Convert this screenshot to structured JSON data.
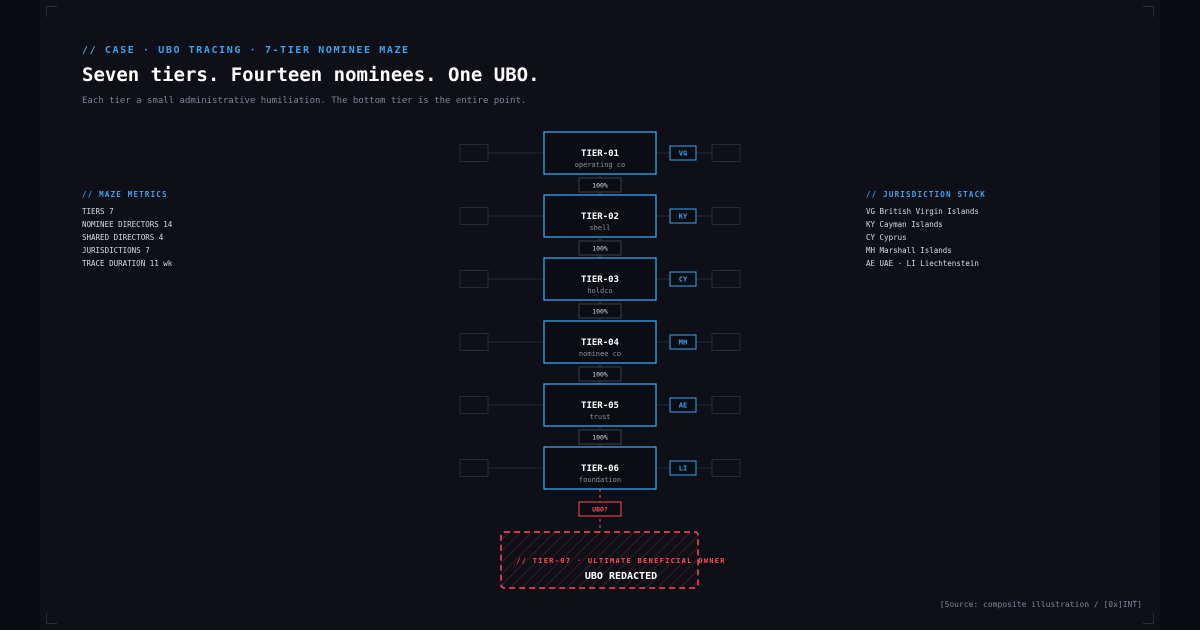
{
  "header": {
    "eyebrow": "// CASE · UBO TRACING · 7-TIER NOMINEE MAZE",
    "title": "Seven tiers. Fourteen nominees. One UBO.",
    "subtitle": "Each tier a small administrative humiliation. The bottom tier is the entire point."
  },
  "metrics": {
    "heading": "// MAZE METRICS",
    "items": [
      "TIERS 7",
      "NOMINEE DIRECTORS 14",
      "SHARED DIRECTORS 4",
      "JURISDICTIONS 7",
      "TRACE DURATION 11 wk"
    ]
  },
  "jurisdictions": {
    "heading": "// JURISDICTION STACK",
    "items": [
      "VG British Virgin Islands",
      "KY Cayman Islands",
      "CY Cyprus",
      "MH Marshall Islands",
      "AE UAE · LI Liechtenstein"
    ]
  },
  "tiers": [
    {
      "name": "TIER-01",
      "type": "operating co",
      "jurisdiction": "VG",
      "ownership": "100%"
    },
    {
      "name": "TIER-02",
      "type": "shell",
      "jurisdiction": "KY",
      "ownership": "100%"
    },
    {
      "name": "TIER-03",
      "type": "holdco",
      "jurisdiction": "CY",
      "ownership": "100%"
    },
    {
      "name": "TIER-04",
      "type": "nominee co",
      "jurisdiction": "MH",
      "ownership": "100%"
    },
    {
      "name": "TIER-05",
      "type": "trust",
      "jurisdiction": "AE",
      "ownership": "100%"
    },
    {
      "name": "TIER-06",
      "type": "foundation",
      "jurisdiction": "LI",
      "ownership": "UBO?"
    }
  ],
  "ubo": {
    "heading": "// TIER-07 · ULTIMATE BENEFICIAL OWNER",
    "label": "UBO REDACTED"
  },
  "colors": {
    "accent": "#3aa3ee",
    "danger": "#ff4a5c",
    "background": "#0f1017"
  },
  "footer": {
    "source": "[Source: composite illustration / [0x]INT]"
  }
}
